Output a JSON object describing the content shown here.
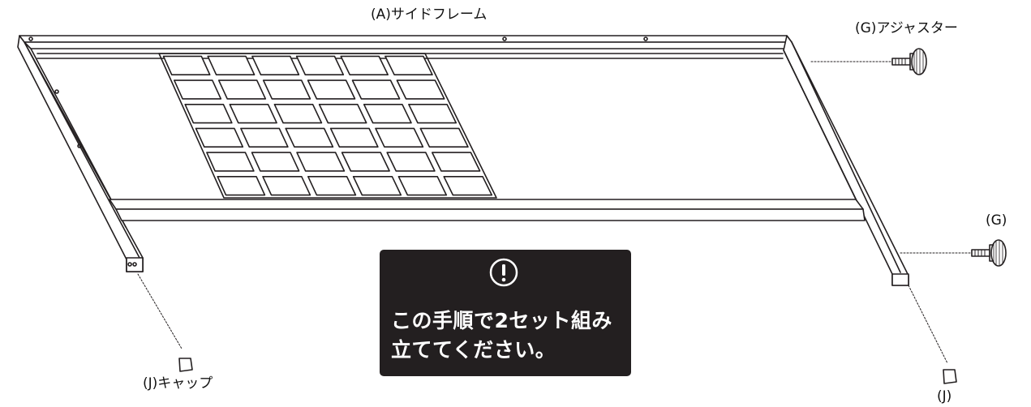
{
  "labels": {
    "side_frame": "(A)サイドフレーム",
    "adjuster_top": "(G)アジャスター",
    "adjuster_bottom": "(G)",
    "cap_left": "(J)キャップ",
    "cap_right": "(J)"
  },
  "notice": {
    "icon": "exclamation-circle-icon",
    "line1": "この手順で2セット組み",
    "line2": "立ててください。"
  },
  "colors": {
    "line": "#231f20",
    "notice_bg": "#231f20",
    "notice_text": "#ffffff"
  }
}
